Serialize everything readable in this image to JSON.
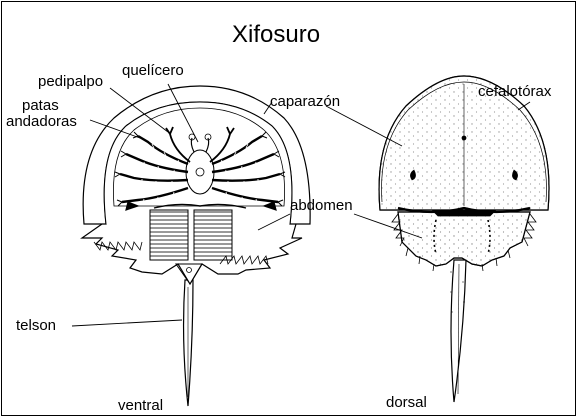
{
  "title": "Xifosuro",
  "labels": {
    "queliceros": "quelícero",
    "pedipalpo": "pedipalpo",
    "patas_line1": "patas",
    "patas_line2": "andadoras",
    "caparazon": "caparazón",
    "cefalotorax": "cefalotórax",
    "abdomen": "abdomen",
    "telson": "telson",
    "ventral": "ventral",
    "dorsal": "dorsal"
  },
  "colors": {
    "stroke": "#000000",
    "background": "#ffffff"
  }
}
